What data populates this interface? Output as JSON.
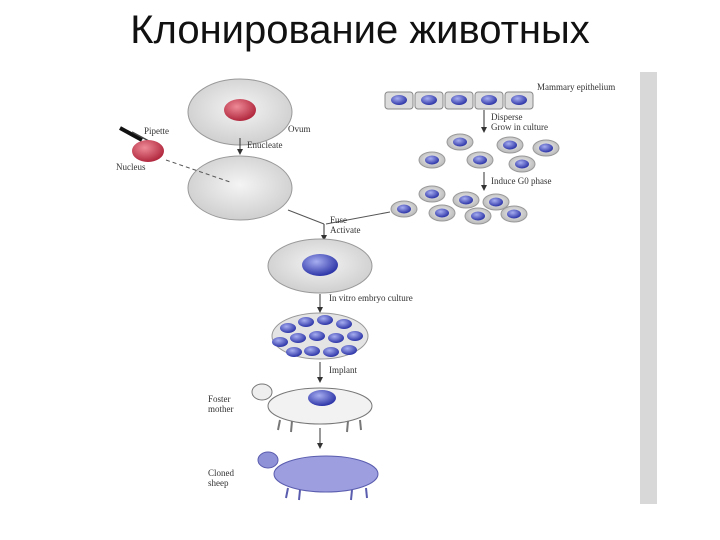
{
  "slide": {
    "title": "Клонирование животных"
  },
  "diagram": {
    "labels": {
      "pipette": "Pipette",
      "ovum": "Ovum",
      "nucleus": "Nucleus",
      "enucleate": "Enucleate",
      "mammary": "Mammary epithelium",
      "disperse": "Disperse",
      "grow": "Grow in culture",
      "induce": "Induce G0 phase",
      "fuse": "Fuse",
      "activate": "Activate",
      "invitro": "In vitro embryo culture",
      "implant": "Implant",
      "foster1": "Foster",
      "foster2": "mother",
      "cloned1": "Cloned",
      "cloned2": "sheep"
    }
  }
}
